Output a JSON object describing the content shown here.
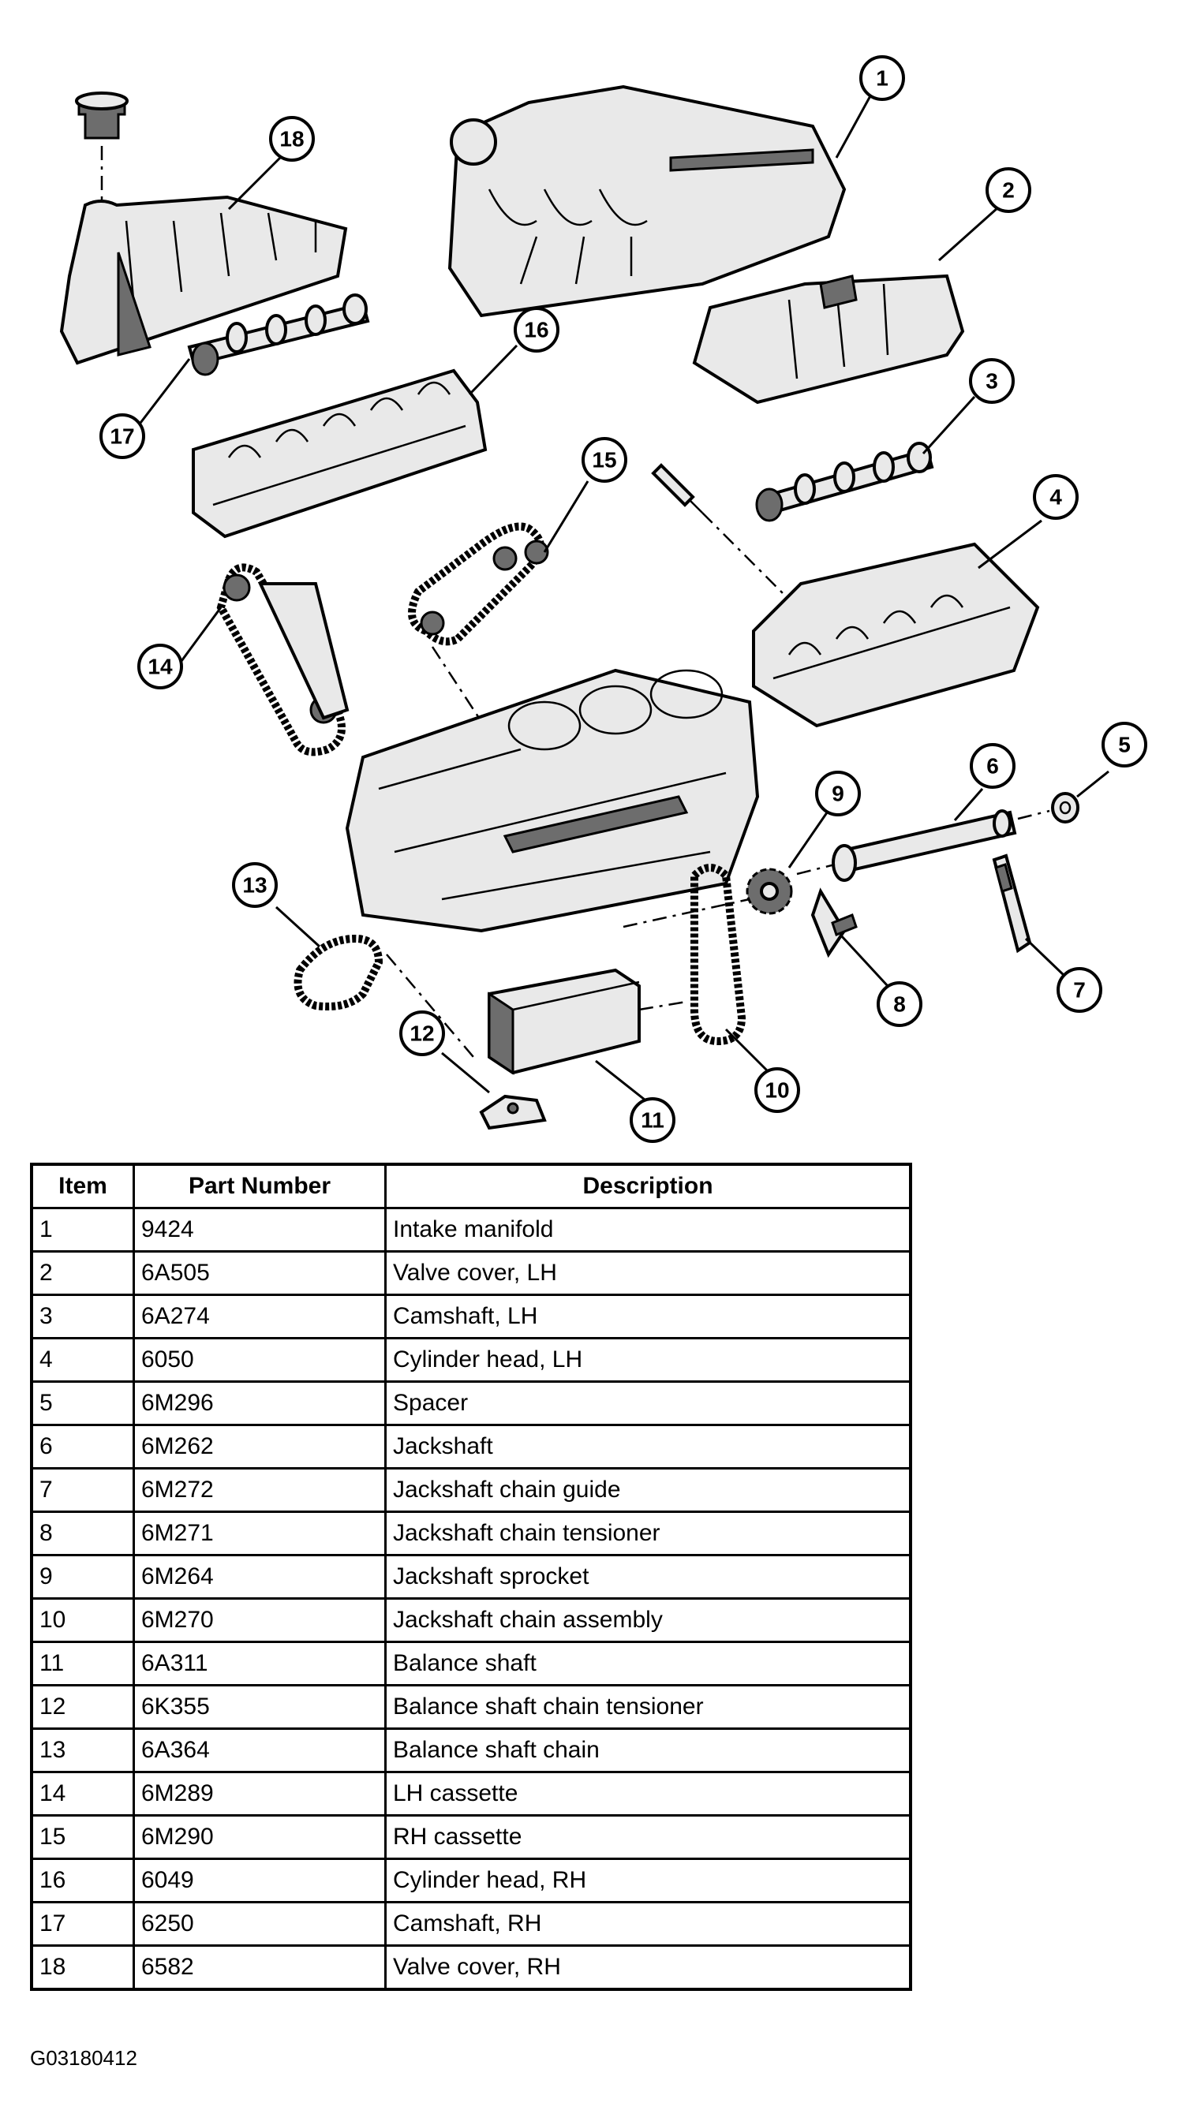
{
  "callouts": [
    "1",
    "2",
    "3",
    "4",
    "5",
    "6",
    "7",
    "8",
    "9",
    "10",
    "11",
    "12",
    "13",
    "14",
    "15",
    "16",
    "17",
    "18"
  ],
  "table": {
    "headers": [
      "Item",
      "Part Number",
      "Description"
    ],
    "rows": [
      {
        "item": "1",
        "part": "9424",
        "desc": "Intake manifold"
      },
      {
        "item": "2",
        "part": "6A505",
        "desc": "Valve cover, LH"
      },
      {
        "item": "3",
        "part": "6A274",
        "desc": "Camshaft, LH"
      },
      {
        "item": "4",
        "part": "6050",
        "desc": "Cylinder head, LH"
      },
      {
        "item": "5",
        "part": "6M296",
        "desc": "Spacer"
      },
      {
        "item": "6",
        "part": "6M262",
        "desc": "Jackshaft"
      },
      {
        "item": "7",
        "part": "6M272",
        "desc": "Jackshaft chain guide"
      },
      {
        "item": "8",
        "part": "6M271",
        "desc": "Jackshaft chain tensioner"
      },
      {
        "item": "9",
        "part": "6M264",
        "desc": "Jackshaft sprocket"
      },
      {
        "item": "10",
        "part": "6M270",
        "desc": "Jackshaft chain assembly"
      },
      {
        "item": "11",
        "part": "6A311",
        "desc": "Balance shaft"
      },
      {
        "item": "12",
        "part": "6K355",
        "desc": "Balance shaft chain tensioner"
      },
      {
        "item": "13",
        "part": "6A364",
        "desc": "Balance shaft chain"
      },
      {
        "item": "14",
        "part": "6M289",
        "desc": "LH cassette"
      },
      {
        "item": "15",
        "part": "6M290",
        "desc": "RH cassette"
      },
      {
        "item": "16",
        "part": "6049",
        "desc": "Cylinder head, RH"
      },
      {
        "item": "17",
        "part": "6250",
        "desc": "Camshaft, RH"
      },
      {
        "item": "18",
        "part": "6582",
        "desc": "Valve cover, RH"
      }
    ]
  },
  "figure_code": "G03180412"
}
